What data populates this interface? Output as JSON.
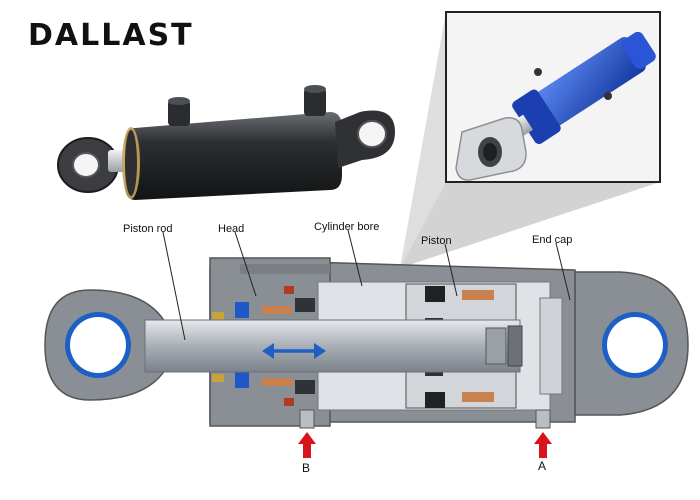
{
  "brand": "DALLAST",
  "labels": {
    "piston_rod": "Piston rod",
    "head": "Head",
    "cylinder_bore": "Cylinder bore",
    "piston": "Piston",
    "end_cap": "End cap"
  },
  "ports": {
    "b": "B",
    "a": "A"
  },
  "colors": {
    "metal": "#8a8f96",
    "metal_dark": "#5d636b",
    "bore": "#dfe2e6",
    "rod": "#b8bec5",
    "seal_blue": "#1f56c8",
    "seal_copper": "#c9814e",
    "arrow_red": "#d8141b",
    "motion_arrow": "#1d5fc4"
  },
  "icons": {
    "motion": "double-arrow-icon",
    "port_arrow": "arrow-up-icon"
  }
}
